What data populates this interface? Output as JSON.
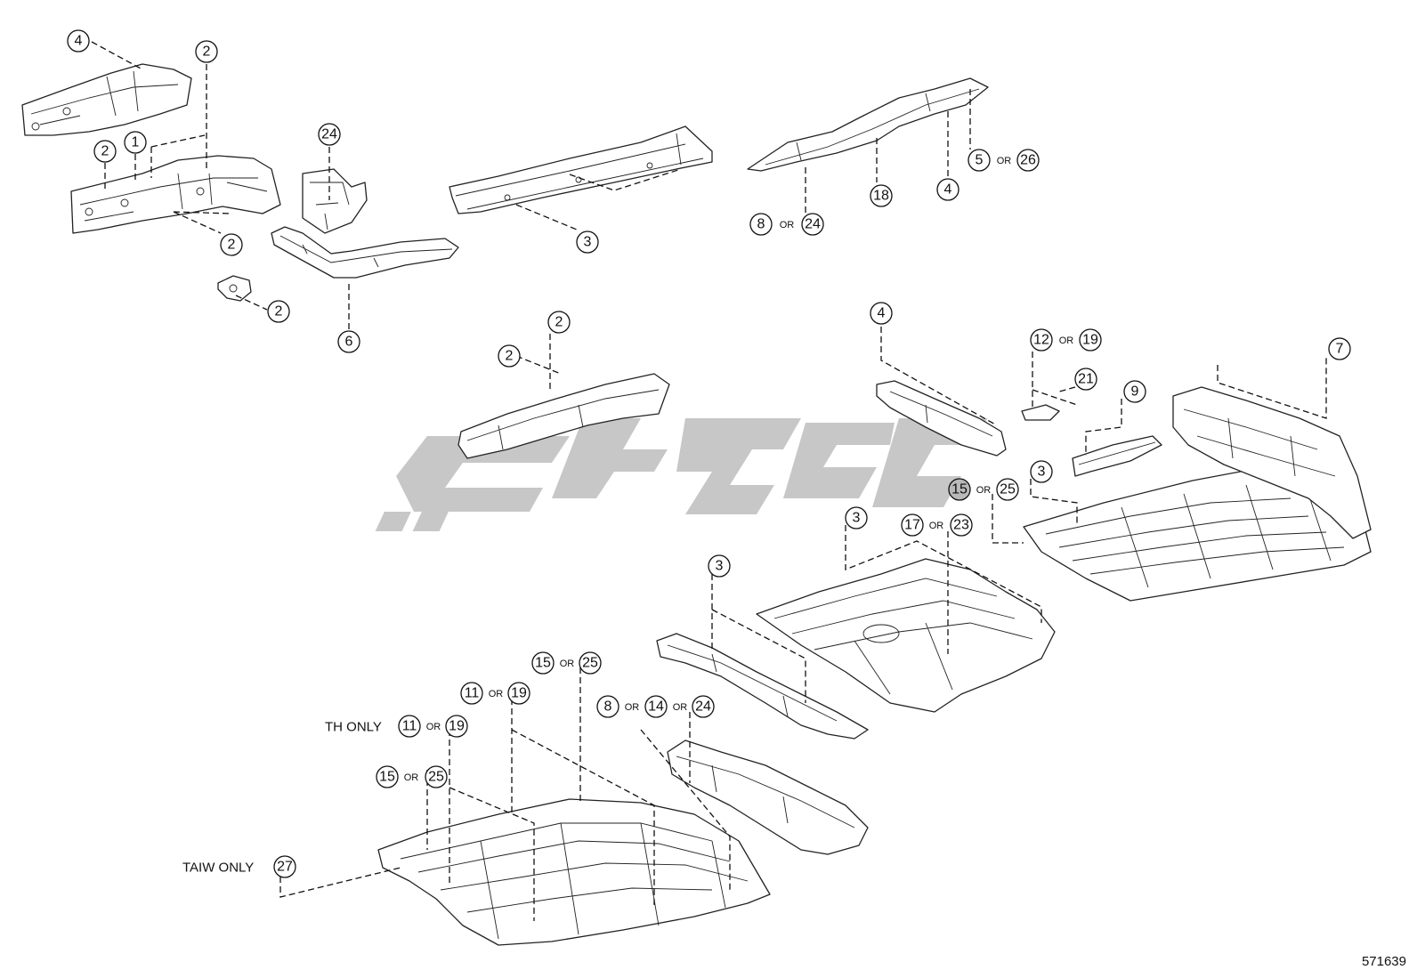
{
  "figure_number": "571639",
  "watermark_brand": "persian brand logo watermark",
  "notes": {
    "th_only": "TH ONLY",
    "taiw_only": "TAIW ONLY"
  },
  "or_word": "OR",
  "callouts": {
    "c_4_top": "4",
    "c_2_top": "2",
    "c_2_left": "2",
    "c_1": "1",
    "c_24_bracket": "24",
    "c_2_mid": "2",
    "c_2_bracket": "2",
    "c_6": "6",
    "c_3_rail": "3",
    "c_8": "8",
    "c_24_b": "24",
    "c_18": "18",
    "c_4_b": "4",
    "c_5": "5",
    "c_26": "26",
    "c_2_c": "2",
    "c_2_d": "2",
    "c_4_c": "4",
    "c_12": "12",
    "c_19_a": "19",
    "c_21": "21",
    "c_9": "9",
    "c_7": "7",
    "c_3_b": "3",
    "c_15_a": "15",
    "c_25_a": "25",
    "c_3_c": "3",
    "c_17": "17",
    "c_23": "23",
    "c_3_d": "3",
    "c_15_b": "15",
    "c_25_b": "25",
    "c_11_a": "11",
    "c_19_b": "19",
    "c_8_b": "8",
    "c_14": "14",
    "c_24_c": "24",
    "c_11_b": "11",
    "c_19_c": "19",
    "c_15_c": "15",
    "c_25_c": "25",
    "c_27": "27"
  },
  "colors": {
    "line": "#222222",
    "watermark": "#c7c7c7",
    "highlight_callout": "#b9b9b9"
  }
}
